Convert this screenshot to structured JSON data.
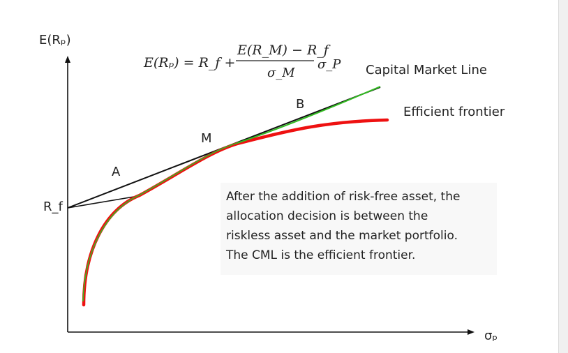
{
  "axes": {
    "y_label": "E(Rₚ)",
    "x_label": "σₚ",
    "rf_label": "R_f"
  },
  "formula": {
    "lhs": "E(Rₚ) = R_f +",
    "numerator": "E(R_M) − R_f",
    "denominator": "σ_M",
    "trailing": "σ_P"
  },
  "labels": {
    "cml": "Capital Market Line",
    "frontier": "Efficient frontier",
    "point_a": "A",
    "point_m": "M",
    "point_b": "B"
  },
  "note": {
    "lines": [
      "After the addition of risk-free asset, the",
      "allocation decision is between the",
      "riskless asset and the market portfolio.",
      "The CML is the efficient frontier."
    ]
  },
  "colors": {
    "frontier": "#ee1111",
    "frontier_trace": "#33bb22",
    "line": "#111111"
  }
}
